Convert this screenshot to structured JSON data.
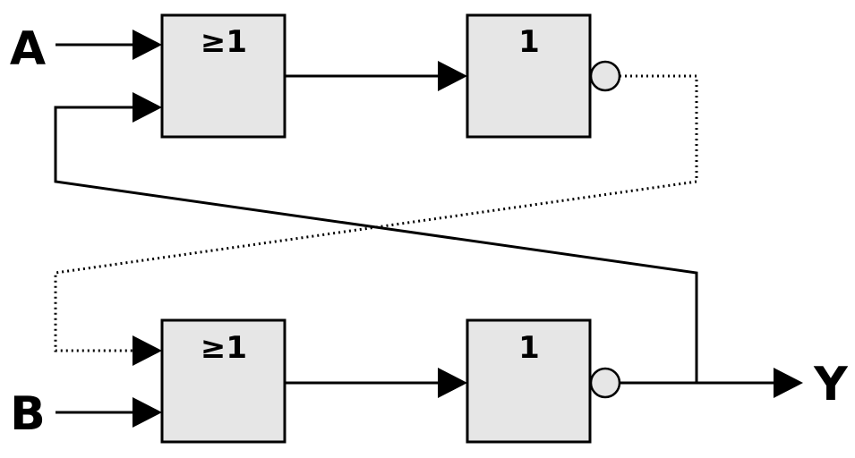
{
  "inputs": {
    "a_label": "A",
    "b_label": "B"
  },
  "output": {
    "y_label": "Y"
  },
  "gates": {
    "top_or": "≥1",
    "top_not": "1",
    "bottom_or": "≥1",
    "bottom_not": "1"
  },
  "colors": {
    "gate_fill": "#e6e6e6",
    "line": "#000000"
  }
}
